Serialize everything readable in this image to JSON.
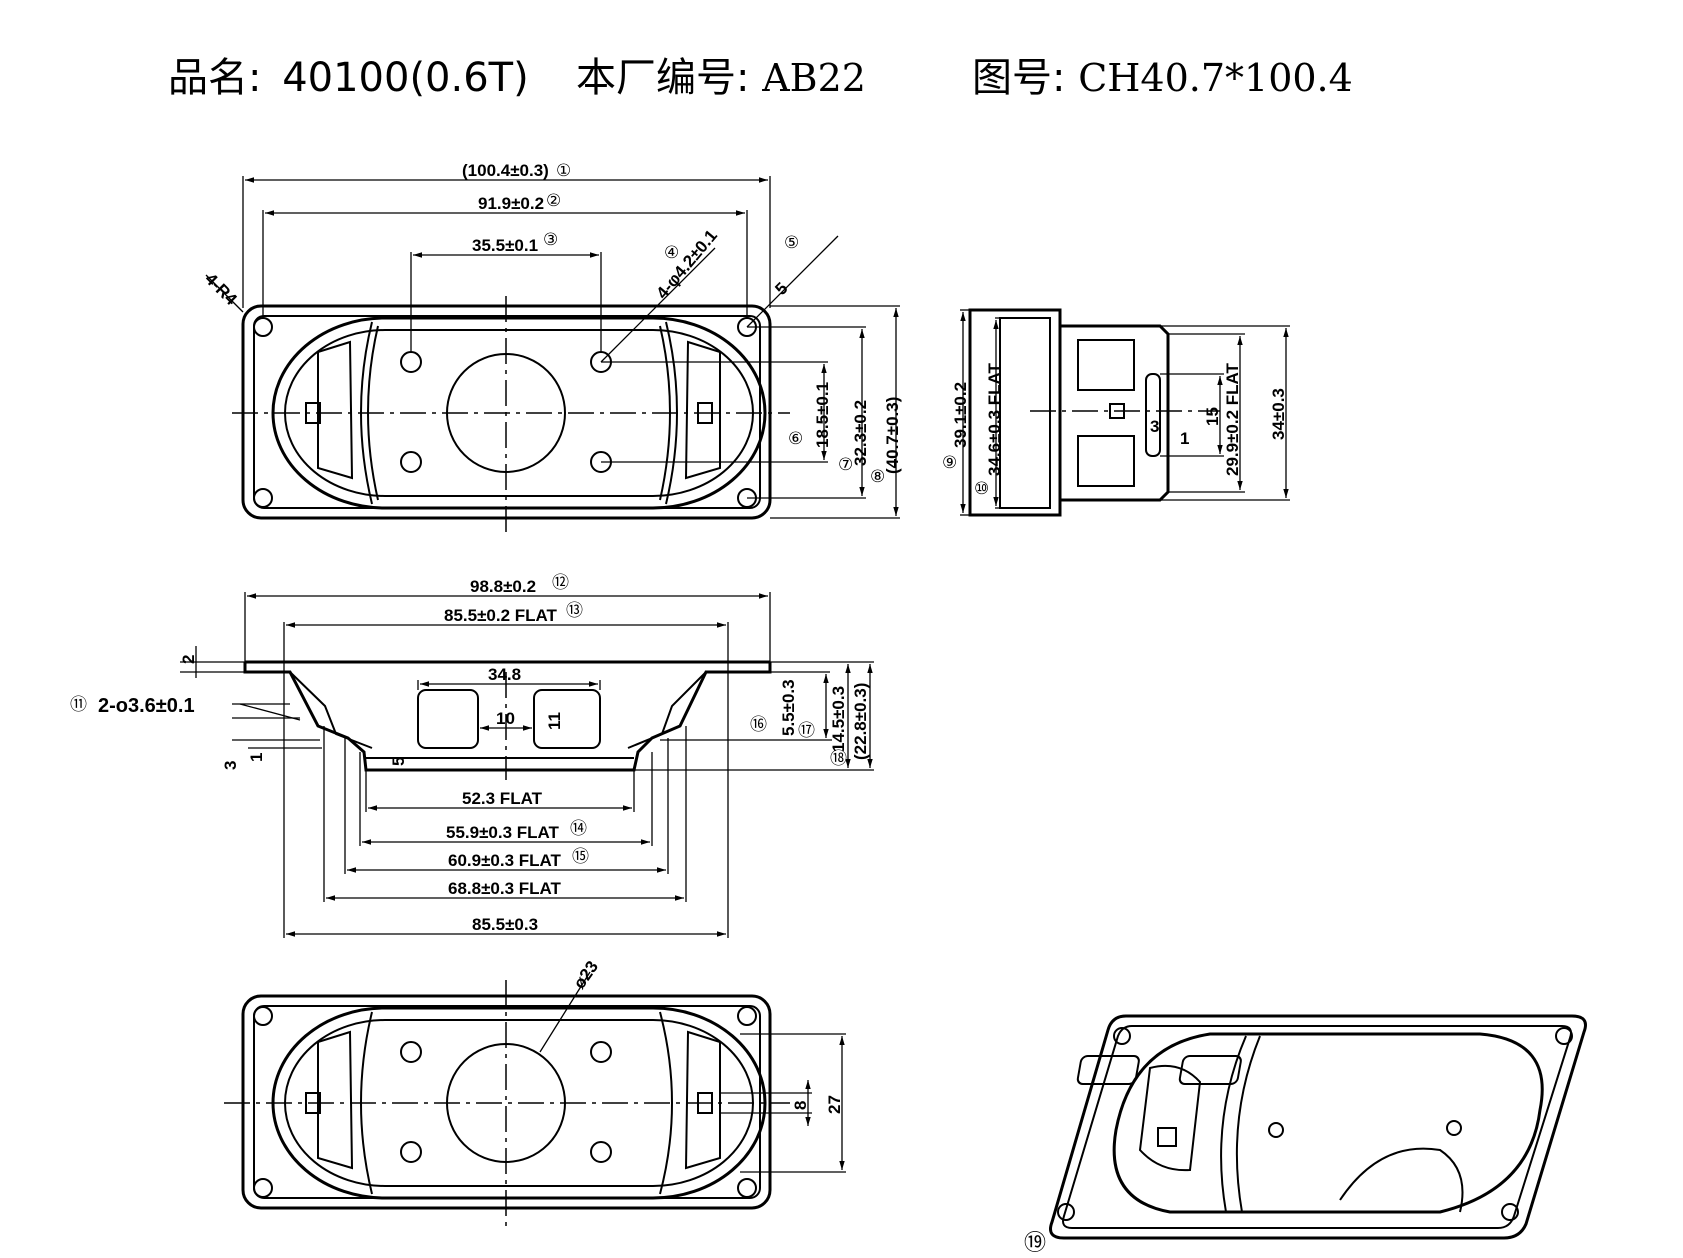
{
  "header": {
    "product_label": "品名:",
    "product_value": "40100(0.6T)",
    "factory_label": "本厂编号:",
    "factory_value": "AB22",
    "drawing_label": "图号:",
    "drawing_value": "CH40.7*100.4"
  },
  "dims": {
    "d1": "(100.4±0.3)",
    "d2": "91.9±0.2",
    "d3": "35.5±0.1",
    "d4": "4-φ4.2±0.1",
    "d5": "5",
    "corner": "4-R4",
    "d6": "18.5±0.1",
    "d7": "32.3±0.2",
    "d8": "(40.7±0.3)",
    "d9": "39.1±0.2",
    "d10": "34.6±0.3 FLAT",
    "side_3": "3",
    "side_1": "1",
    "side_15": "15",
    "d29": "29.9±0.2 FLAT",
    "d34": "34±0.3",
    "d12": "98.8±0.2",
    "d13": "85.5±0.2 FLAT",
    "d2h": "2",
    "d11": "2-o3.6±0.1",
    "d348": "34.8",
    "d10w": "10",
    "d11h": "11",
    "d3v": "3",
    "d1v": "1",
    "d16": "5.5±0.3",
    "d17": "14.5±0.3",
    "d18": "(22.8±0.3)",
    "d523": "52.3 FLAT",
    "d14": "55.9±0.3 FLAT",
    "d15": "60.9±0.3 FLAT",
    "d688": "68.8±0.3 FLAT",
    "d855": "85.5±0.3",
    "d23": "ø23",
    "d8b": "8",
    "d27": "27"
  },
  "callouts": [
    "①",
    "②",
    "③",
    "④",
    "⑤",
    "⑥",
    "⑦",
    "⑧",
    "⑨",
    "⑩",
    "⑪",
    "⑫",
    "⑬",
    "⑭",
    "⑮",
    "⑯",
    "⑰",
    "⑱",
    "⑲"
  ]
}
